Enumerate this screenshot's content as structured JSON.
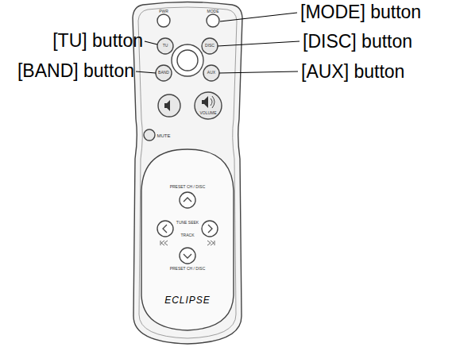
{
  "diagram": {
    "labels": [
      "[MODE] button",
      "[TU] button",
      "[DISC] button",
      "[BAND] button",
      "[AUX] button",
      "PWR",
      "MODE",
      "TU",
      "DISC",
      "BAND",
      "AUX",
      "VOLUME",
      "MUTE",
      "PRESET CH / DISC",
      "TUNE SEEK",
      "TRACK",
      "PRESET CH / DISC",
      "ECLIPSE"
    ]
  }
}
